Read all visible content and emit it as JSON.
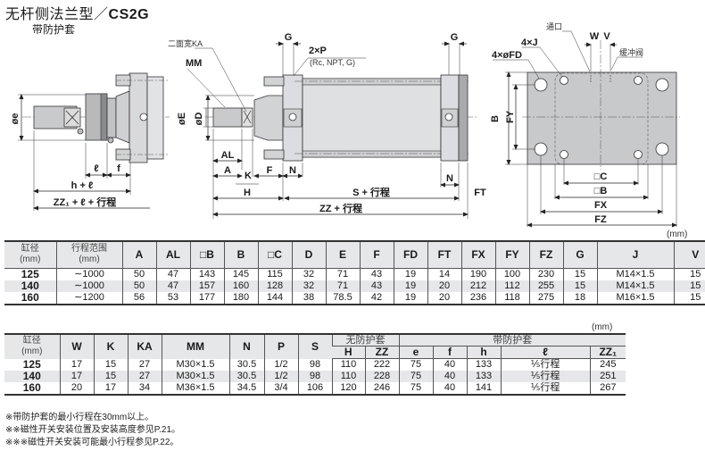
{
  "header": {
    "title_cn": "无杆侧法兰型／",
    "title_model": "CS2G",
    "subtitle": "带防护套"
  },
  "drawing_labels": {
    "left_view": {
      "diameter_e": "øe",
      "ell": "ℓ",
      "f": "f",
      "h_plus_l": "h + ℓ",
      "zz1": "ZZ₁ + ℓ + 行程"
    },
    "side_view": {
      "ka": "二面宽KA",
      "mm": "MM",
      "diameter_e": "øE",
      "diameter_d": "øD",
      "al": "AL",
      "a": "A",
      "k": "K",
      "f": "F",
      "n": "N",
      "h": "H",
      "g_left": "G",
      "g_right": "G",
      "port_count": "2×P",
      "port_types": "(Rc, NPT, G)",
      "n_right": "N",
      "s_stroke": "S + 行程",
      "ft": "FT",
      "zz_stroke": "ZZ + 行程"
    },
    "end_view": {
      "port": "通口",
      "w": "W",
      "v": "V",
      "j": "4×J",
      "cushion_valve": "缓冲阀",
      "fd": "4×øFD",
      "b": "B",
      "fy": "FY",
      "c_square": "□C",
      "b_square": "□B",
      "fx": "FX",
      "fz": "FZ"
    }
  },
  "table1": {
    "unit": "(mm)",
    "headers": [
      {
        "label": "缸径",
        "sub": "(mm)"
      },
      {
        "label": "行程范围",
        "sub": "(mm)"
      },
      {
        "label": "A"
      },
      {
        "label": "AL"
      },
      {
        "label": "□B"
      },
      {
        "label": "B"
      },
      {
        "label": "□C"
      },
      {
        "label": "D"
      },
      {
        "label": "E"
      },
      {
        "label": "F"
      },
      {
        "label": "FD"
      },
      {
        "label": "FT"
      },
      {
        "label": "FX"
      },
      {
        "label": "FY"
      },
      {
        "label": "FZ"
      },
      {
        "label": "G"
      },
      {
        "label": "J"
      },
      {
        "label": "V"
      }
    ],
    "rows": [
      [
        "125",
        "∼1000",
        "50",
        "47",
        "143",
        "145",
        "115",
        "32",
        "71",
        "43",
        "19",
        "14",
        "190",
        "100",
        "230",
        "15",
        "M14×1.5",
        "15"
      ],
      [
        "140",
        "∼1000",
        "50",
        "47",
        "157",
        "160",
        "128",
        "32",
        "71",
        "43",
        "19",
        "20",
        "212",
        "112",
        "255",
        "15",
        "M14×1.5",
        "15"
      ],
      [
        "160",
        "∼1200",
        "56",
        "53",
        "177",
        "180",
        "144",
        "38",
        "78.5",
        "42",
        "19",
        "20",
        "236",
        "118",
        "275",
        "18",
        "M16×1.5",
        "15"
      ]
    ]
  },
  "table2": {
    "unit": "(mm)",
    "group_without_boot": "无防护套",
    "group_with_boot": "带防护套",
    "headers_single": [
      {
        "label": "缸径",
        "sub": "(mm)"
      },
      {
        "label": "W"
      },
      {
        "label": "K"
      },
      {
        "label": "KA"
      },
      {
        "label": "MM"
      },
      {
        "label": "N"
      },
      {
        "label": "P"
      },
      {
        "label": "S"
      }
    ],
    "headers_without_boot": [
      "H",
      "ZZ"
    ],
    "headers_with_boot": [
      "e",
      "f",
      "h",
      "ℓ",
      "ZZ₁"
    ],
    "rows": [
      [
        "125",
        "17",
        "15",
        "27",
        "M30×1.5",
        "30.5",
        "1/2",
        "98",
        "110",
        "222",
        "75",
        "40",
        "133",
        "⅕行程",
        "245"
      ],
      [
        "140",
        "17",
        "15",
        "27",
        "M30×1.5",
        "30.5",
        "1/2",
        "98",
        "110",
        "228",
        "75",
        "40",
        "133",
        "⅕行程",
        "251"
      ],
      [
        "160",
        "20",
        "17",
        "34",
        "M36×1.5",
        "34.5",
        "3/4",
        "106",
        "120",
        "246",
        "75",
        "40",
        "141",
        "⅕行程",
        "267"
      ]
    ]
  },
  "notes": [
    "※带防护套的最小行程在30mm以上。",
    "※※磁性开关安装位置及安装高度参见P.21。",
    "※※※磁性开关安装可能最小行程参见P.22。"
  ]
}
